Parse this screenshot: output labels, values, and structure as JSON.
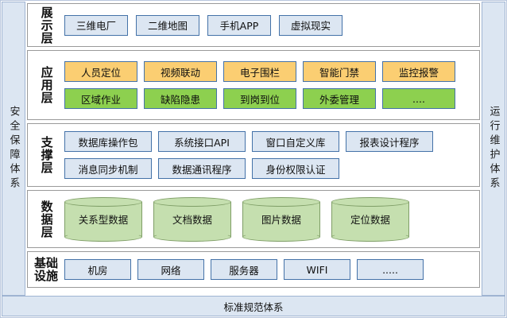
{
  "sides": {
    "left": {
      "label": "安全保障体系"
    },
    "right": {
      "label": "运行维护体系"
    }
  },
  "bottom_bar": {
    "label": "标准规范体系"
  },
  "layers": [
    {
      "name": "presentation",
      "label": "展示层",
      "rows": [
        {
          "style": "blue",
          "items": [
            "三维电厂",
            "二维地图",
            "手机APP",
            "虚拟现实"
          ]
        }
      ]
    },
    {
      "name": "application",
      "label": "应用层",
      "rows": [
        {
          "style": "orange",
          "items": [
            "人员定位",
            "视频联动",
            "电子围栏",
            "智能门禁",
            "监控报警"
          ]
        },
        {
          "style": "green",
          "items": [
            "区域作业",
            "缺陷隐患",
            "到岗到位",
            "外委管理",
            "...."
          ]
        }
      ]
    },
    {
      "name": "support",
      "label": "支撑层",
      "rows": [
        {
          "style": "blue",
          "items": [
            "数据库操作包",
            "系统接口API",
            "窗口自定义库",
            "报表设计程序"
          ]
        },
        {
          "style": "blue",
          "items": [
            "消息同步机制",
            "数据通讯程序",
            "身份权限认证"
          ]
        }
      ]
    },
    {
      "name": "data",
      "label": "数据层",
      "rows": [
        {
          "style": "cylinder",
          "items": [
            "关系型数据",
            "文档数据",
            "图片数据",
            "定位数据"
          ]
        }
      ]
    },
    {
      "name": "infrastructure",
      "label": "基础设施",
      "rows": [
        {
          "style": "blue",
          "items": [
            "机房",
            "网络",
            "服务器",
            "WIFI",
            "....."
          ]
        }
      ]
    }
  ],
  "colors": {
    "accent_blue": "#dce6f2",
    "accent_orange": "#fbce72",
    "accent_green": "#8dd04f",
    "cylinder_green": "#c5dfaf",
    "border_blue": "#4472a8"
  }
}
